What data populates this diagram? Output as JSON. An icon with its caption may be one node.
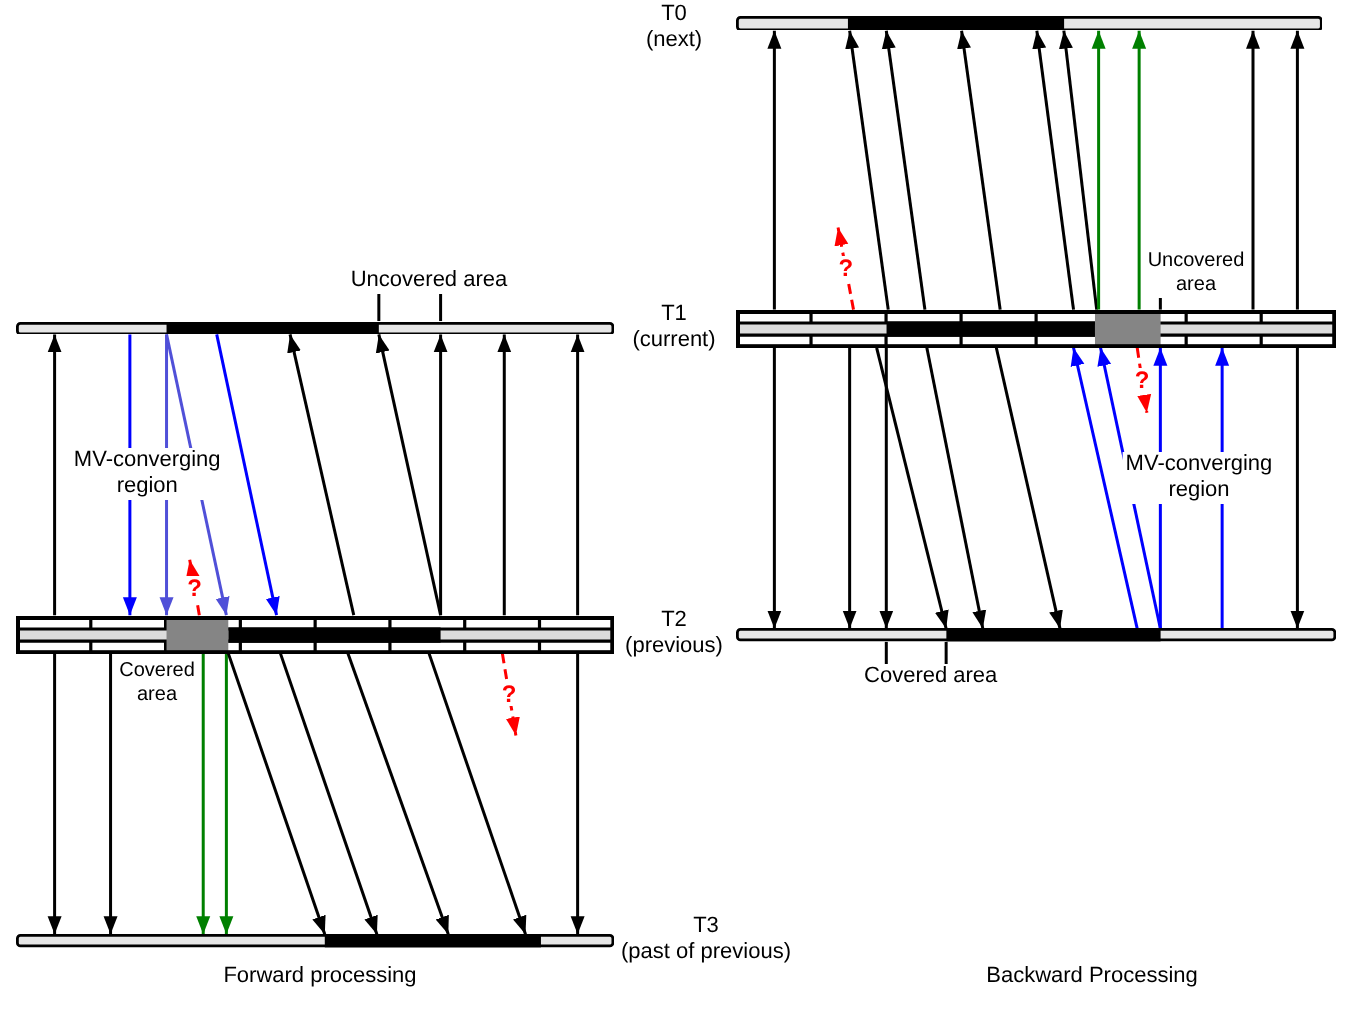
{
  "diagram": {
    "nodes": [
      {
        "text": [],
        "shape": "bar",
        "beside": [
          "T0 (next)"
        ]
      },
      {
        "text": [
          "Uncovered area"
        ]
      },
      {
        "text": [
          "Uncovered area"
        ]
      },
      {
        "text": [],
        "shape": "bar",
        "beside": [
          "T1 (current)"
        ]
      },
      {
        "text": [],
        "shape": "bar"
      },
      {
        "text": [],
        "shape": "bar",
        "beside": [
          "T2 (previous)"
        ]
      },
      {
        "text": [],
        "shape": "bar"
      },
      {
        "text": [
          "Covered area"
        ]
      },
      {
        "text": [],
        "shape": "bar",
        "beside": [
          "T3 (past of previous)"
        ]
      }
    ],
    "edges": [
      {
        "from": 4,
        "to": 0,
        "arrow": "to"
      },
      {
        "from": 4,
        "to": 0,
        "arrow": "to"
      },
      {
        "from": 4,
        "to": 0,
        "arrow": "to"
      },
      {
        "from": 4,
        "to": 0,
        "arrow": "to"
      },
      {
        "from": 4,
        "to": 0,
        "arrow": "to"
      },
      {
        "from": 4,
        "to": 0,
        "arrow": "to"
      },
      {
        "from": 4,
        "to": 0,
        "arrow": "to",
        "color": "#008000"
      },
      {
        "from": 4,
        "to": 0,
        "arrow": "to",
        "color": "#008000"
      },
      {
        "from": 4,
        "to": 0,
        "arrow": "to"
      },
      {
        "from": 4,
        "to": 0,
        "arrow": "to"
      },
      {
        "from": 1,
        "to": 3,
        "arrow": "none"
      },
      {
        "from": 1,
        "to": 3,
        "arrow": "none"
      },
      {
        "from": 2,
        "to": 4,
        "arrow": "none"
      },
      {
        "from": 4,
        "to": null,
        "arrow": "to",
        "label": "?",
        "style": "dashed",
        "color": "#ff0000"
      },
      {
        "from": 5,
        "to": 3,
        "arrow": "to"
      },
      {
        "from": 5,
        "to": 3,
        "arrow": "to"
      },
      {
        "from": 5,
        "to": 3,
        "arrow": "to"
      },
      {
        "from": 5,
        "to": 3,
        "arrow": "to"
      },
      {
        "from": 5,
        "to": 3,
        "arrow": "to"
      },
      {
        "from": 5,
        "to": 3,
        "arrow": "to"
      },
      {
        "from": 3,
        "to": 5,
        "arrow": "to",
        "color": "#0000ff"
      },
      {
        "from": 3,
        "to": 5,
        "arrow": "to",
        "color": "#5050d8"
      },
      {
        "from": 3,
        "to": 5,
        "arrow": "to",
        "color": "#5050d8"
      },
      {
        "from": 3,
        "to": 5,
        "arrow": "to",
        "color": "#0000ff"
      },
      {
        "from": 4,
        "to": 6,
        "arrow": "to"
      },
      {
        "from": 4,
        "to": 6,
        "arrow": "to"
      },
      {
        "from": 4,
        "to": 6,
        "arrow": "to"
      },
      {
        "from": 4,
        "to": 6,
        "arrow": "to"
      },
      {
        "from": 4,
        "to": 6,
        "arrow": "to"
      },
      {
        "from": 4,
        "to": 6,
        "arrow": "to"
      },
      {
        "from": 4,
        "to": 6,
        "arrow": "to"
      },
      {
        "from": 6,
        "to": 4,
        "arrow": "to",
        "color": "#0000ff"
      },
      {
        "from": 6,
        "to": 4,
        "arrow": "to",
        "color": "#0000ff"
      },
      {
        "from": 6,
        "to": 4,
        "arrow": "to",
        "color": "#0000ff"
      },
      {
        "from": 6,
        "to": 4,
        "arrow": "to",
        "color": "#0000ff"
      },
      {
        "from": 4,
        "to": null,
        "arrow": "to",
        "label": "?",
        "style": "dashed",
        "color": "#ff0000"
      },
      {
        "from": 5,
        "to": null,
        "arrow": "to",
        "label": "?",
        "style": "dashed",
        "color": "#ff0000"
      },
      {
        "from": 7,
        "to": 6,
        "arrow": "none"
      },
      {
        "from": 7,
        "to": 6,
        "arrow": "none"
      },
      {
        "from": 5,
        "to": null,
        "arrow": "to",
        "label": "?",
        "style": "dashed",
        "color": "#ff0000"
      },
      {
        "from": 5,
        "to": 8,
        "arrow": "to"
      },
      {
        "from": 5,
        "to": 8,
        "arrow": "to"
      },
      {
        "from": 5,
        "to": 8,
        "arrow": "to",
        "color": "#008000"
      },
      {
        "from": 5,
        "to": 8,
        "arrow": "to",
        "color": "#008000"
      },
      {
        "from": 5,
        "to": 8,
        "arrow": "to"
      },
      {
        "from": 5,
        "to": 8,
        "arrow": "to"
      },
      {
        "from": 5,
        "to": 8,
        "arrow": "to"
      },
      {
        "from": 5,
        "to": 8,
        "arrow": "to"
      },
      {
        "from": 5,
        "to": 8,
        "arrow": "to"
      }
    ],
    "labels": [
      "MV-converging region",
      "MV-converging region",
      "Covered area",
      "Forward processing",
      "Backward Processing"
    ]
  }
}
